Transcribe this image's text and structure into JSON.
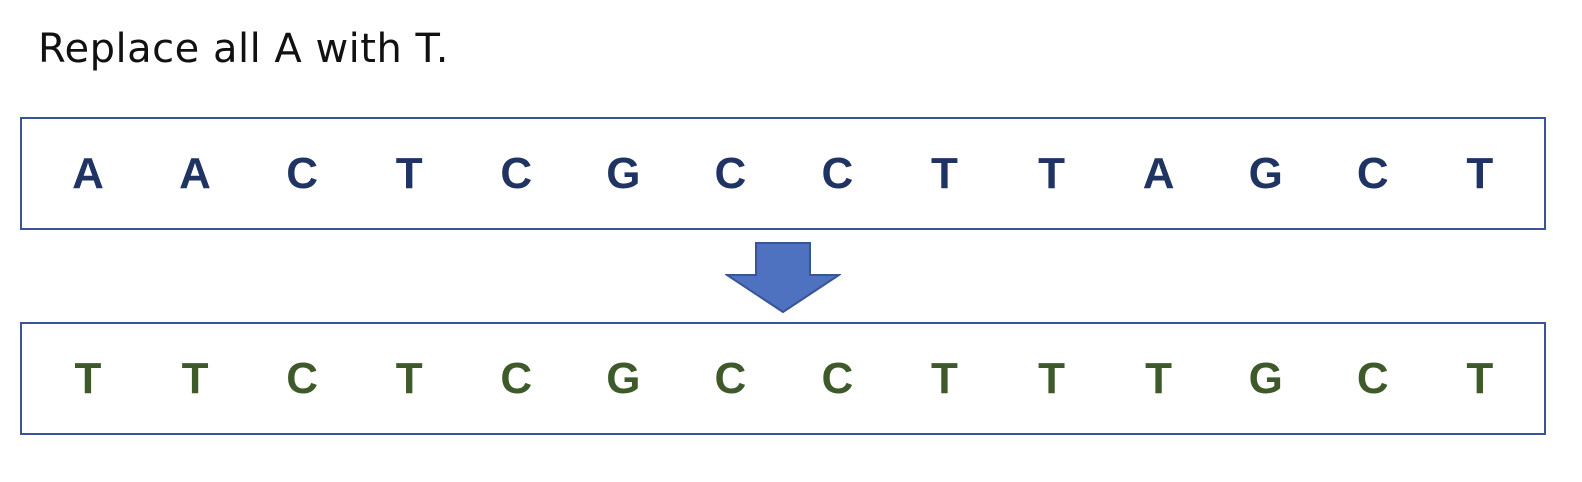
{
  "instruction": "Replace all A with T.",
  "colors": {
    "box_border": "#3a5595",
    "input_text": "#1f3462",
    "output_text": "#3e5a2a",
    "arrow_fill": "#4f72c0",
    "arrow_stroke": "#3a5595"
  },
  "input_sequence": [
    "A",
    "A",
    "C",
    "T",
    "C",
    "G",
    "C",
    "C",
    "T",
    "T",
    "A",
    "G",
    "C",
    "T"
  ],
  "output_sequence": [
    "T",
    "T",
    "C",
    "T",
    "C",
    "G",
    "C",
    "C",
    "T",
    "T",
    "T",
    "G",
    "C",
    "T"
  ],
  "arrow_icon": "down-arrow-icon"
}
